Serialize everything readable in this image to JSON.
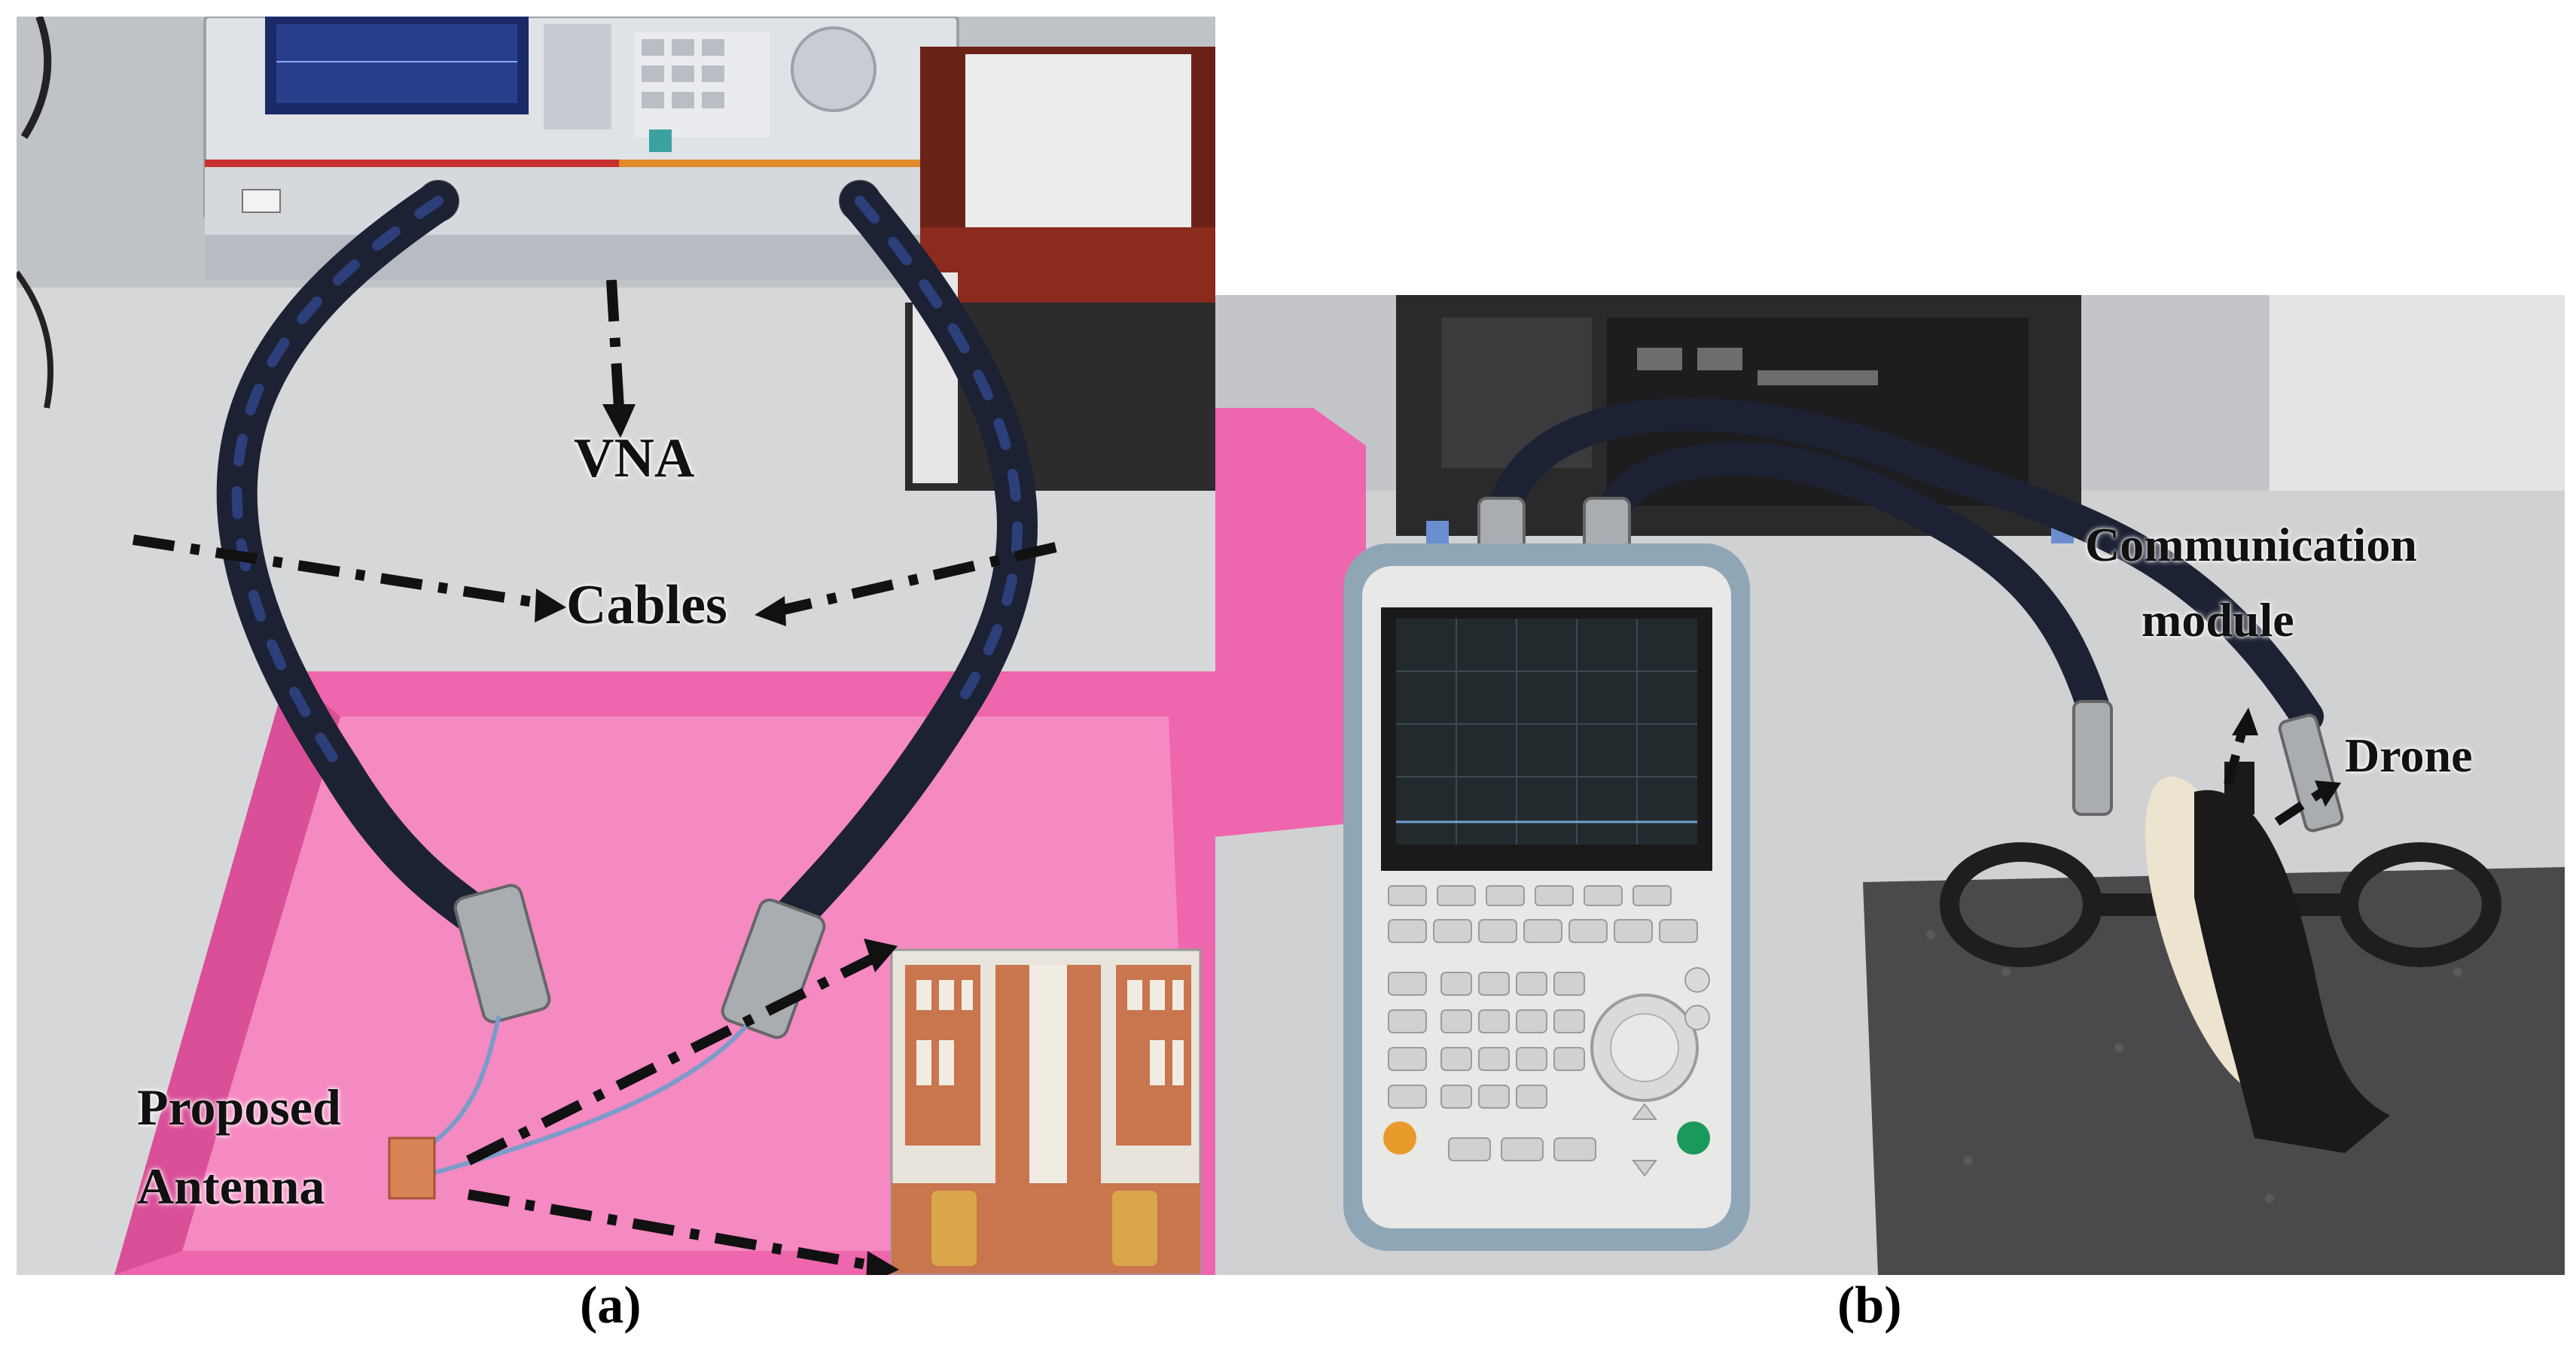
{
  "panel_a": {
    "labels": {
      "vna": "VNA",
      "cables": "Cables",
      "antenna_line1": "Proposed",
      "antenna_line2": "Antenna"
    },
    "caption": "(a)",
    "background_color": "#cfd0d2",
    "foam_color": "#f06ab0"
  },
  "panel_b": {
    "labels": {
      "comm_line1": "Communication",
      "comm_line2": "module",
      "drone": "Drone"
    },
    "caption": "(b)",
    "background_color": "#c9cacc",
    "foam_color": "#f06ab0"
  },
  "colors": {
    "arrow": "#111111",
    "cable": "#1c2233",
    "copper": "#c9754e",
    "substrate": "#e8e4dc"
  }
}
